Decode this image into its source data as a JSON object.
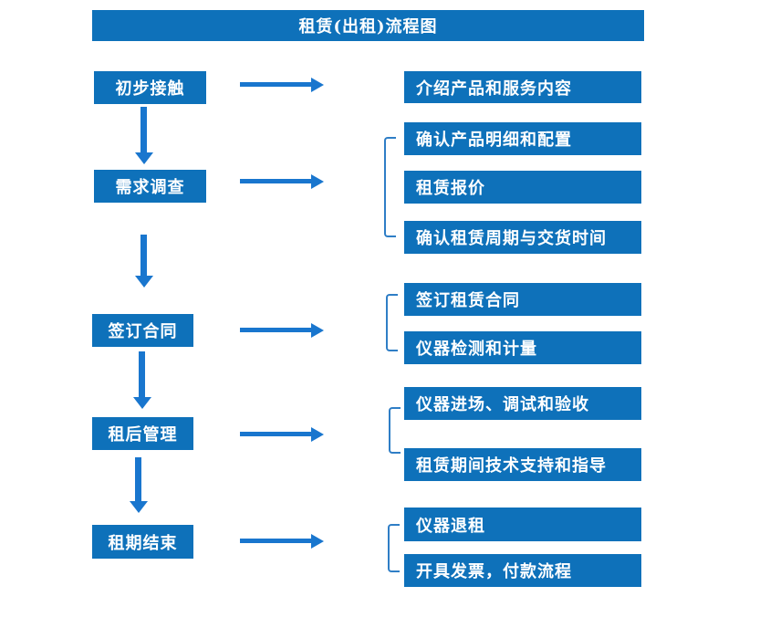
{
  "title": "租赁(出租)流程图",
  "flow": {
    "stages": [
      {
        "label": "初步接触",
        "details": [
          "介绍产品和服务内容"
        ]
      },
      {
        "label": "需求调查",
        "details": [
          "确认产品明细和配置",
          "租赁报价",
          "确认租赁周期与交货时间"
        ]
      },
      {
        "label": "签订合同",
        "details": [
          "签订租赁合同",
          "仪器检测和计量"
        ]
      },
      {
        "label": "租后管理",
        "details": [
          "仪器进场、调试和验收",
          "租赁期间技术支持和指导"
        ]
      },
      {
        "label": "租期结束",
        "details": [
          "仪器退租",
          "开具发票，付款流程"
        ]
      }
    ]
  },
  "colors": {
    "box_blue": "#0e71ba",
    "arrow_blue": "#1976ce",
    "bracket_blue": "#2f7ec6",
    "text_white": "#ffffff",
    "background": "#ffffff"
  }
}
